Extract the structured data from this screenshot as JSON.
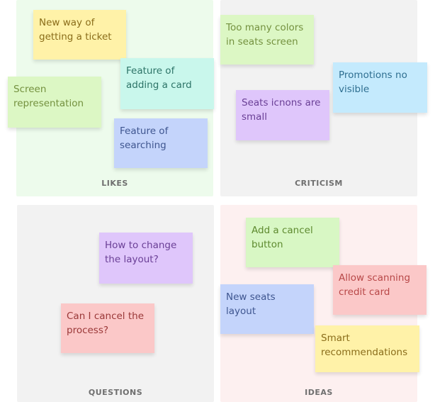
{
  "quadrants": {
    "likes": {
      "label": "LIKES",
      "notes": [
        {
          "text": "New way of getting a ticket",
          "color": "#fff2a8"
        },
        {
          "text": "Feature of adding a card",
          "color": "#c9f7ec"
        },
        {
          "text": "Screen representation",
          "color": "#dcf7c4"
        },
        {
          "text": "Feature of searching",
          "color": "#c4d4fb"
        }
      ]
    },
    "criticism": {
      "label": "CRITICISM",
      "notes": [
        {
          "text": "Too many colors in seats screen",
          "color": "#dcf7c4"
        },
        {
          "text": "Promotions no visible",
          "color": "#c4eafd"
        },
        {
          "text": "Seats icnons are small",
          "color": "#dfc6fb"
        }
      ]
    },
    "questions": {
      "label": "QUESTIONS",
      "notes": [
        {
          "text": "How to change the layout?",
          "color": "#dfc6fb"
        },
        {
          "text": "Can I cancel the process?",
          "color": "#fbc8c8"
        }
      ]
    },
    "ideas": {
      "label": "IDEAS",
      "notes": [
        {
          "text": "Add a cancel button",
          "color": "#d8f7c4"
        },
        {
          "text": "Allow scanning credit card",
          "color": "#fbc8c8"
        },
        {
          "text": "New seats layout",
          "color": "#c4d4fb"
        },
        {
          "text": "Smart recommendations",
          "color": "#fff2a8"
        }
      ]
    }
  }
}
